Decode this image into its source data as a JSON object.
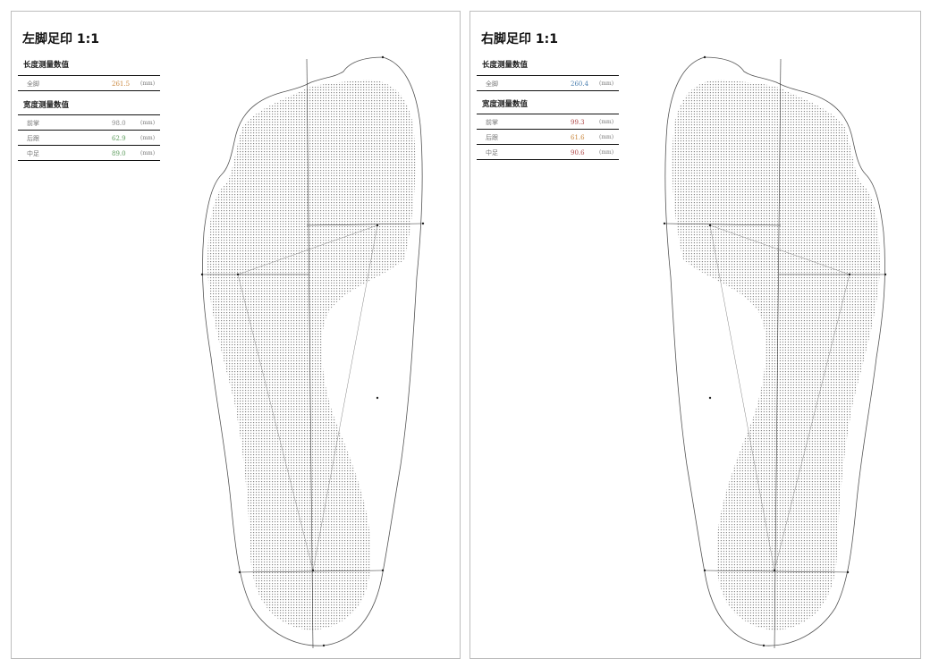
{
  "left": {
    "title": "左脚足印  1:1",
    "length_section": "长度测量数值",
    "width_section": "宽度测量数值",
    "length_rows": [
      {
        "label": "全脚",
        "value": "261.5",
        "unit": "(mm)",
        "color": "#c9853a"
      }
    ],
    "width_rows": [
      {
        "label": "前掌",
        "value": "98.0",
        "unit": "(mm)",
        "color": "#888888"
      },
      {
        "label": "后跟",
        "value": "62.9",
        "unit": "(mm)",
        "color": "#5a9a5a"
      },
      {
        "label": "中足",
        "value": "89.0",
        "unit": "(mm)",
        "color": "#5a9a5a"
      }
    ]
  },
  "right": {
    "title": "右脚足印  1:1",
    "length_section": "长度测量数值",
    "width_section": "宽度测量数值",
    "length_rows": [
      {
        "label": "全脚",
        "value": "260.4",
        "unit": "(mm)",
        "color": "#4a7fb0"
      }
    ],
    "width_rows": [
      {
        "label": "前掌",
        "value": "99.3",
        "unit": "(mm)",
        "color": "#b04a4a"
      },
      {
        "label": "后跟",
        "value": "61.6",
        "unit": "(mm)",
        "color": "#c9853a"
      },
      {
        "label": "中足",
        "value": "90.6",
        "unit": "(mm)",
        "color": "#b04a4a"
      }
    ]
  }
}
